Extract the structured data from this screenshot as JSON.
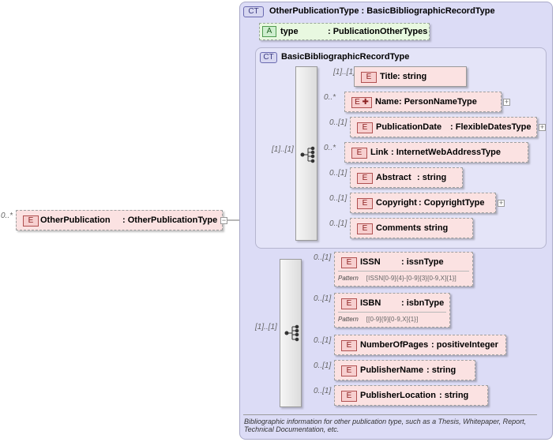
{
  "root": {
    "cardinality": "0..*",
    "badge": "E",
    "name": "OtherPublication",
    "type": ": OtherPublicationType"
  },
  "ct_outer": {
    "badge": "CT",
    "title": "OtherPublicationType : BasicBibliographicRecordType"
  },
  "attribute": {
    "badge": "A",
    "name": "type",
    "type": ": PublicationOtherTypes"
  },
  "ct_inner": {
    "badge": "CT",
    "title": "BasicBibliographicRecordType"
  },
  "sequence1": {
    "cardinality": "[1]..[1]",
    "elements": [
      {
        "card": "[1]..[1]",
        "badge": "E",
        "name": "Title",
        "type": ": string"
      },
      {
        "card": "0..*",
        "badge": "E",
        "name": "Name",
        "type": ": PersonNameType"
      },
      {
        "card": "0..[1]",
        "badge": "E",
        "name": "PublicationDate",
        "type": ": FlexibleDatesType"
      },
      {
        "card": "0..*",
        "badge": "E",
        "name": "Link",
        "type": ": InternetWebAddressType"
      },
      {
        "card": "0..[1]",
        "badge": "E",
        "name": "Abstract",
        "type": ": string"
      },
      {
        "card": "0..[1]",
        "badge": "E",
        "name": "Copyright",
        "type": ": CopyrightType"
      },
      {
        "card": "0..[1]",
        "badge": "E",
        "name": "Comments",
        "type": ": string"
      }
    ]
  },
  "sequence2": {
    "cardinality": "[1]..[1]",
    "elements": [
      {
        "card": "0..[1]",
        "badge": "E",
        "name": "ISSN",
        "type": ": issnType",
        "pattern_label": "Pattern",
        "pattern": "[ISSN[0-9]{4}-[0-9]{3}[0-9,X]{1}]"
      },
      {
        "card": "0..[1]",
        "badge": "E",
        "name": "ISBN",
        "type": ": isbnType",
        "pattern_label": "Pattern",
        "pattern": "[[0-9]{9}[0-9,X]{1}]"
      },
      {
        "card": "0..[1]",
        "badge": "E",
        "name": "NumberOfPages",
        "type": ": positiveInteger"
      },
      {
        "card": "0..[1]",
        "badge": "E",
        "name": "PublisherName",
        "type": ": string"
      },
      {
        "card": "0..[1]",
        "badge": "E",
        "name": "PublisherLocation",
        "type": ": string"
      }
    ]
  },
  "description": "Bibliographic information for other publication type, such as a Thesis, Whitepaper, Report, Technical Documentation, etc.",
  "colors": {
    "element_fill": "#fbe2e2",
    "attribute_fill": "#e8f8e0",
    "complex_type_panel": "#dcdcf6"
  }
}
